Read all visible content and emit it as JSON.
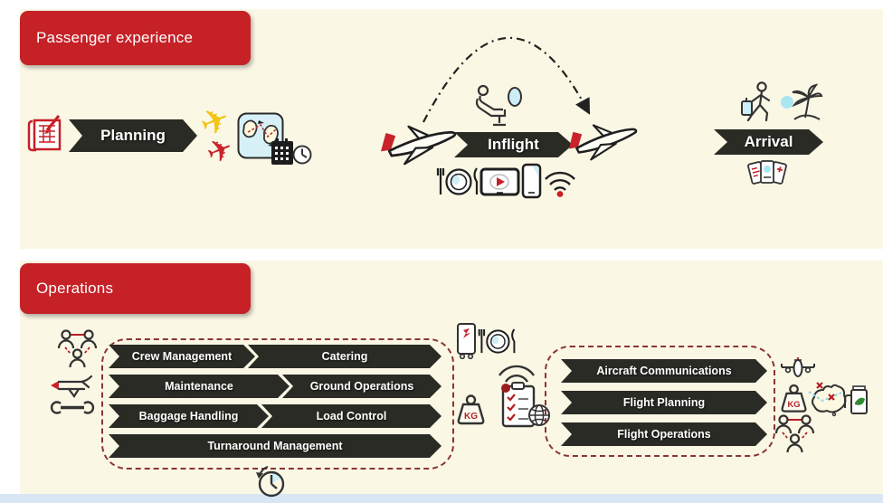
{
  "passenger_section": {
    "title": "Passenger experience",
    "planning_label": "Planning",
    "inflight_label": "Inflight",
    "arrival_label": "Arrival"
  },
  "operations_section": {
    "title": "Operations",
    "ground_banners": {
      "crew_management": "Crew Management",
      "catering": "Catering",
      "maintenance": "Maintenance",
      "ground_operations": "Ground Operations",
      "baggage_handling": "Baggage Handling",
      "load_control": "Load Control",
      "turnaround_management": "Turnaround Management"
    },
    "flight_banners": {
      "aircraft_communications": "Aircraft Communications",
      "flight_planning": "Flight Planning",
      "flight_operations": "Flight Operations"
    },
    "kg_label": "KG"
  },
  "icons": {
    "plane_glyph": "✈",
    "list": [
      "blueprint-plan-icon",
      "route-map-icon",
      "calendar-clock-icon",
      "airplane-outline-left-icon",
      "cabin-seat-icon",
      "airplane-outline-right-icon",
      "meal-icon",
      "entertainment-tablet-icon",
      "phone-icon",
      "wifi-icon",
      "flight-arc-arrow",
      "traveler-suitcase-icon",
      "palm-island-icon",
      "travel-cards-icon",
      "crew-network-icon",
      "aircraft-maintenance-icon",
      "catering-trolley-icon",
      "meal-service-icon",
      "weight-kg-icon",
      "connected-checklist-icon",
      "turnaround-clock-icon",
      "aircraft-front-icon",
      "flight-route-map-icon",
      "fuel-pump-icon",
      "ops-team-icon"
    ]
  },
  "colors": {
    "header_red": "#c52127",
    "banner_dark": "#2b2b25",
    "panel_cream": "#fbf7e5",
    "dashed_border": "#8a3434",
    "accent_cyan": "#cdeef6",
    "plane_yellow": "#f2c514",
    "plane_red": "#c9222a",
    "leaf_green": "#2e8b2e",
    "bottom_strip_blue": "#d9e7f5"
  }
}
